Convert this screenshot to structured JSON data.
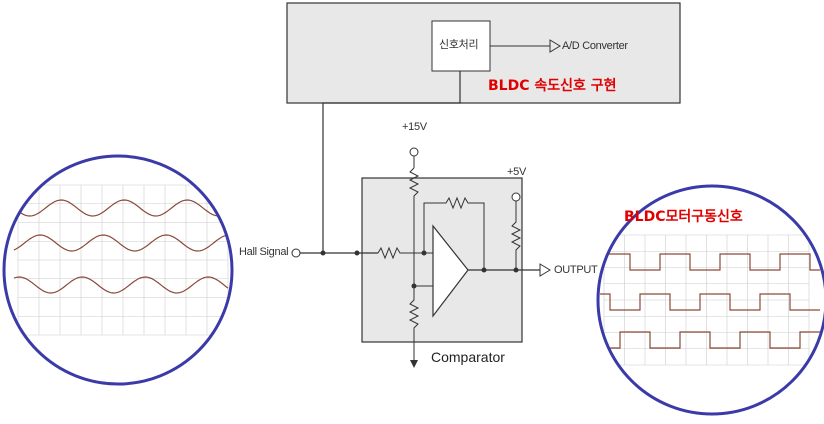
{
  "signal_block": {
    "processor_label": "신호처리",
    "adc_label": "A/D Converter",
    "caption": "BLDC 속도신호 구현"
  },
  "comparator": {
    "label": "Comparator",
    "supply_15v": "+15V",
    "supply_5v": "+5V",
    "input_label": "Hall Signal",
    "output_label": "OUTPUT"
  },
  "left_scope": {
    "waveform": "sine",
    "channels": [
      "1",
      "2",
      "3"
    ]
  },
  "right_scope": {
    "title": "BLDC모터구동신호",
    "waveform": "square",
    "channels": [
      "1",
      "2",
      "3"
    ]
  },
  "colors": {
    "scope_border": "#3a3aa8",
    "block_fill": "#e8e8e8",
    "caption_red": "#e00000",
    "trace": "#8a4a3a"
  }
}
